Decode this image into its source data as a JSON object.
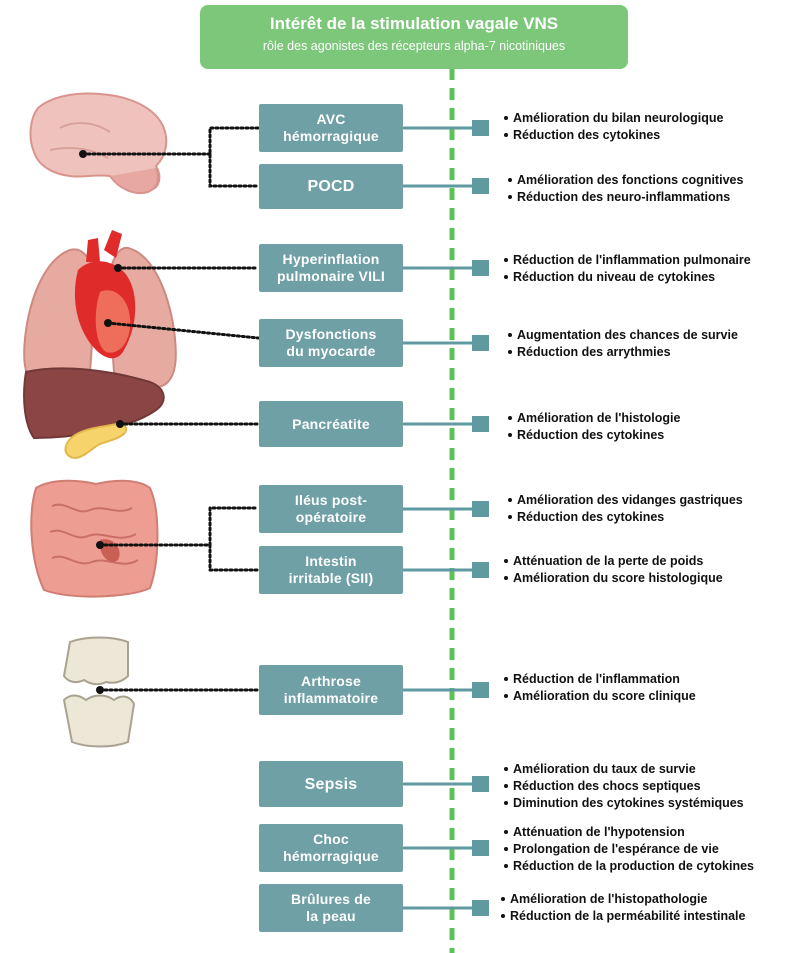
{
  "header": {
    "title": "Intérêt de la stimulation vagale VNS",
    "subtitle": "rôle des agonistes des récepteurs alpha-7 nicotiniques"
  },
  "colors": {
    "header_green": "#7cc779",
    "axis_green": "#5cc257",
    "box_teal": "#6ea0a6",
    "connector_teal": "#5f9aa0"
  },
  "organs": [
    "brain-icon",
    "lungs-heart-icon",
    "liver-icon",
    "pancreas-icon",
    "intestine-icon",
    "knee-joint-icon"
  ],
  "conditions": [
    {
      "lines": [
        "AVC",
        "hémorragique"
      ],
      "effects": [
        "Amélioration du bilan neurologique",
        "Réduction des cytokines"
      ]
    },
    {
      "lines": [
        "POCD"
      ],
      "effects": [
        "Amélioration des fonctions cognitives",
        "Réduction des neuro-inflammations"
      ]
    },
    {
      "lines": [
        "Hyperinflation",
        "pulmonaire VILI"
      ],
      "effects": [
        "Réduction de l'inflammation pulmonaire",
        "Réduction du niveau de cytokines"
      ]
    },
    {
      "lines": [
        "Dysfonctions",
        "du myocarde"
      ],
      "effects": [
        "Augmentation des chances de survie",
        "Réduction des arrythmies"
      ]
    },
    {
      "lines": [
        "Pancréatite"
      ],
      "effects": [
        "Amélioration de l'histologie",
        "Réduction des cytokines"
      ]
    },
    {
      "lines": [
        "Iléus post-",
        "opératoire"
      ],
      "effects": [
        "Amélioration des vidanges gastriques",
        "Réduction des cytokines"
      ]
    },
    {
      "lines": [
        "Intestin",
        "irritable  (SII)"
      ],
      "effects": [
        "Atténuation de la perte de poids",
        "Amélioration du score histologique"
      ]
    },
    {
      "lines": [
        "Arthrose",
        "inflammatoire"
      ],
      "effects": [
        "Réduction de l'inflammation",
        "Amélioration du score clinique"
      ]
    },
    {
      "lines": [
        "Sepsis"
      ],
      "effects": [
        "Amélioration du taux de survie",
        "Réduction des chocs septiques",
        "Diminution des cytokines systémiques"
      ]
    },
    {
      "lines": [
        "Choc",
        "hémorragique"
      ],
      "effects": [
        "Atténuation de l'hypotension",
        "Prolongation de l'espérance de vie",
        "Réduction de la production de cytokines"
      ]
    },
    {
      "lines": [
        "Brûlures de",
        "la peau"
      ],
      "effects": [
        "Amélioration de l'histopathologie",
        "Réduction de la perméabilité intestinale"
      ]
    }
  ]
}
